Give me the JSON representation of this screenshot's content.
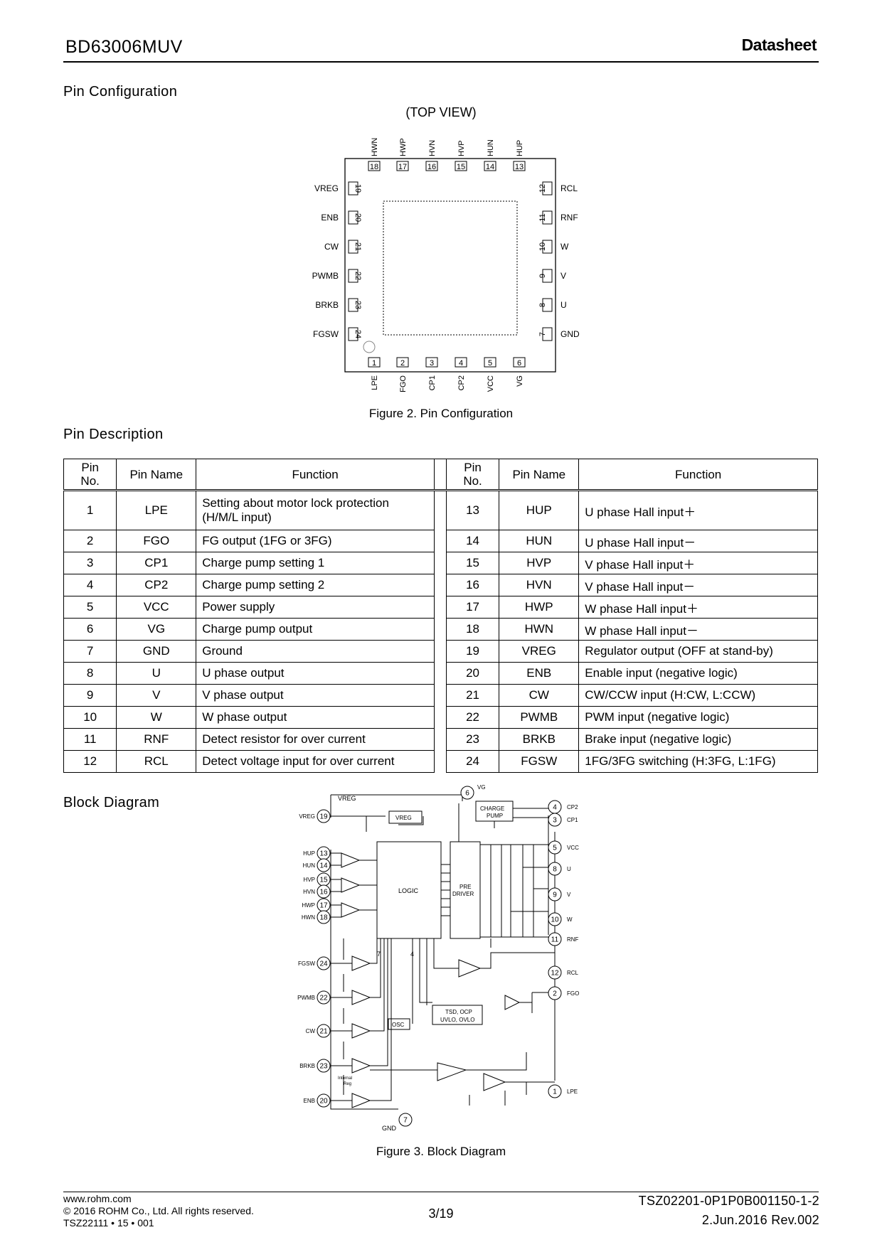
{
  "header": {
    "title": "BD63006MUV",
    "doc_type": "Datasheet"
  },
  "pin_config": {
    "heading": "Pin Configuration",
    "view": "(TOP VIEW)",
    "top_pins": [
      [
        "18",
        "HWN"
      ],
      [
        "17",
        "HWP"
      ],
      [
        "16",
        "HVN"
      ],
      [
        "15",
        "HVP"
      ],
      [
        "14",
        "HUN"
      ],
      [
        "13",
        "HUP"
      ]
    ],
    "left_pins": [
      [
        "19",
        "VREG"
      ],
      [
        "20",
        "ENB"
      ],
      [
        "21",
        "CW"
      ],
      [
        "22",
        "PWMB"
      ],
      [
        "23",
        "BRKB"
      ],
      [
        "24",
        "FGSW"
      ]
    ],
    "right_pins": [
      [
        "12",
        "RCL"
      ],
      [
        "11",
        "RNF"
      ],
      [
        "10",
        "W"
      ],
      [
        "9",
        "V"
      ],
      [
        "8",
        "U"
      ],
      [
        "7",
        "GND"
      ]
    ],
    "bottom_pins": [
      [
        "1",
        "LPE"
      ],
      [
        "2",
        "FGO"
      ],
      [
        "3",
        "CP1"
      ],
      [
        "4",
        "CP2"
      ],
      [
        "5",
        "VCC"
      ],
      [
        "6",
        "VG"
      ]
    ],
    "caption": "Figure 2. Pin Configuration"
  },
  "pin_desc": {
    "heading": "Pin Description",
    "columns": {
      "pin_no": "Pin No.",
      "pin_no_a": "Pin",
      "pin_no_b": "No.",
      "pin_name": "Pin Name",
      "function": "Function"
    },
    "left": [
      [
        "1",
        "LPE",
        "Setting about motor lock protection (H/M/L input)"
      ],
      [
        "2",
        "FGO",
        "FG output (1FG or 3FG)"
      ],
      [
        "3",
        "CP1",
        "Charge pump setting 1"
      ],
      [
        "4",
        "CP2",
        "Charge pump setting 2"
      ],
      [
        "5",
        "VCC",
        "Power supply"
      ],
      [
        "6",
        "VG",
        "Charge pump output"
      ],
      [
        "7",
        "GND",
        "Ground"
      ],
      [
        "8",
        "U",
        "U phase output"
      ],
      [
        "9",
        "V",
        "V phase output"
      ],
      [
        "10",
        "W",
        "W phase output"
      ],
      [
        "11",
        "RNF",
        "Detect resistor for over current"
      ],
      [
        "12",
        "RCL",
        "Detect voltage input for over current"
      ]
    ],
    "right": [
      [
        "13",
        "HUP",
        "U phase Hall input＋"
      ],
      [
        "14",
        "HUN",
        "U phase Hall input－"
      ],
      [
        "15",
        "HVP",
        "V phase Hall input＋"
      ],
      [
        "16",
        "HVN",
        "V phase Hall input－"
      ],
      [
        "17",
        "HWP",
        "W phase Hall input＋"
      ],
      [
        "18",
        "HWN",
        "W phase Hall input－"
      ],
      [
        "19",
        "VREG",
        "Regulator output (OFF at stand-by)"
      ],
      [
        "20",
        "ENB",
        "Enable input (negative logic)"
      ],
      [
        "21",
        "CW",
        "CW/CCW input (H:CW, L:CCW)"
      ],
      [
        "22",
        "PWMB",
        "PWM input (negative logic)"
      ],
      [
        "23",
        "BRKB",
        "Brake input (negative logic)"
      ],
      [
        "24",
        "FGSW",
        "1FG/3FG switching (H:3FG, L:1FG)"
      ]
    ]
  },
  "block_diagram": {
    "heading": "Block Diagram",
    "caption": "Figure 3. Block Diagram",
    "labels": {
      "vreg": "VREG",
      "vreg_block": "VREG",
      "charge_pump_1": "CHARGE",
      "charge_pump_2": "PUMP",
      "logic": "LOGIC",
      "pre_1": "PRE",
      "pre_2": "DRIVER",
      "tsd_1": "TSD, OCP",
      "tsd_2": "UVLO, OVLO",
      "osc": "OSC",
      "internal_1": "Internal",
      "internal_2": "Reg",
      "gnd": "GND",
      "n7": "7",
      "n4": "4"
    },
    "left_pins": [
      [
        "19",
        "VREG"
      ],
      [
        "13",
        "HUP"
      ],
      [
        "14",
        "HUN"
      ],
      [
        "15",
        "HVP"
      ],
      [
        "16",
        "HVN"
      ],
      [
        "17",
        "HWP"
      ],
      [
        "18",
        "HWN"
      ],
      [
        "24",
        "FGSW"
      ],
      [
        "22",
        "PWMB"
      ],
      [
        "21",
        "CW"
      ],
      [
        "23",
        "BRKB"
      ],
      [
        "20",
        "ENB"
      ]
    ],
    "right_pins": [
      [
        "4",
        "CP2"
      ],
      [
        "3",
        "CP1"
      ],
      [
        "5",
        "VCC"
      ],
      [
        "8",
        "U"
      ],
      [
        "9",
        "V"
      ],
      [
        "10",
        "W"
      ],
      [
        "11",
        "RNF"
      ],
      [
        "12",
        "RCL"
      ],
      [
        "2",
        "FGO"
      ],
      [
        "1",
        "LPE"
      ]
    ],
    "top_pin": [
      "6",
      "VG"
    ],
    "bottom_pin": [
      "7",
      "GND"
    ]
  },
  "footer": {
    "url": "www.rohm.com",
    "copyright": "© 2016 ROHM Co., Ltd. All rights reserved.",
    "code": "TSZ22111 • 15 • 001",
    "page": "3/19",
    "doc_no": "TSZ02201-0P1P0B001150-1-2",
    "date_rev": "2.Jun.2016 Rev.002"
  }
}
